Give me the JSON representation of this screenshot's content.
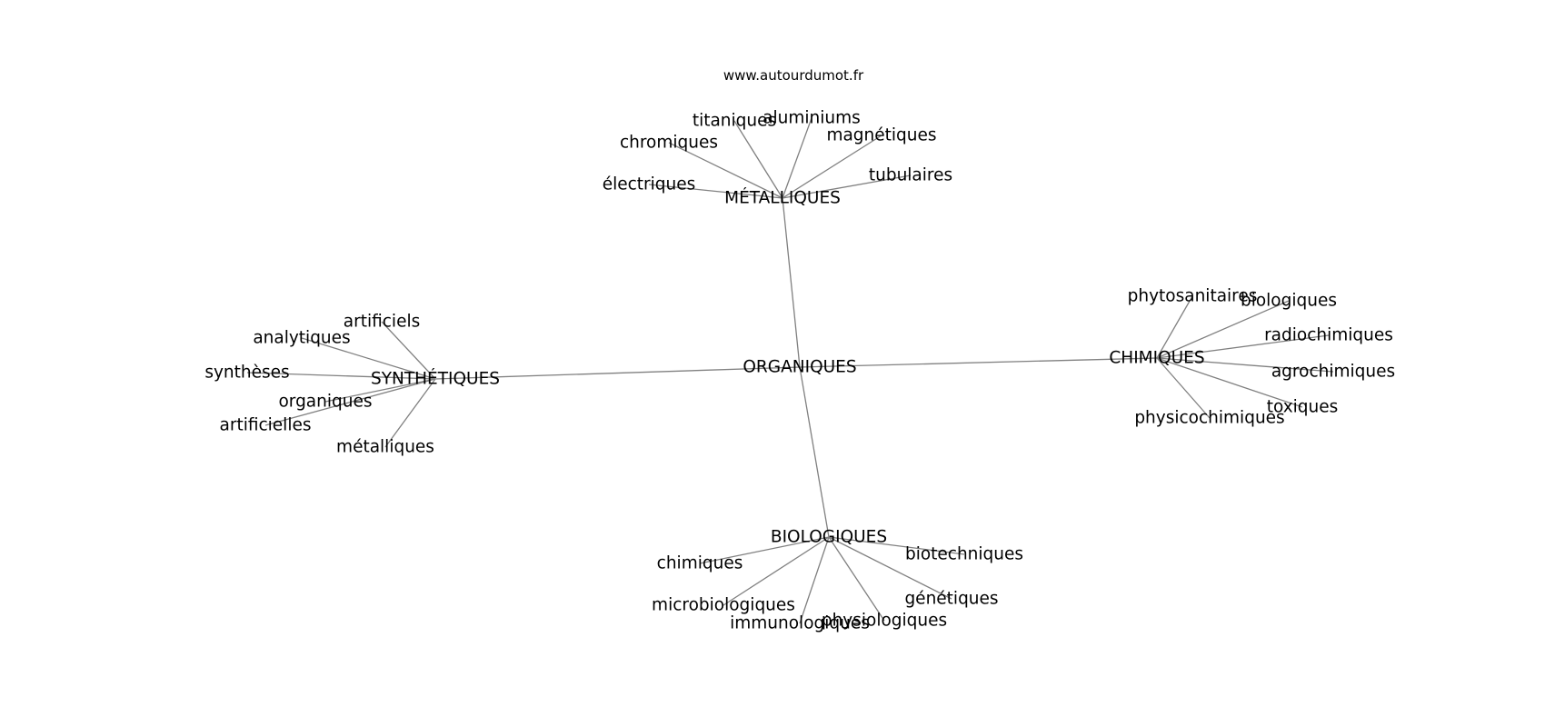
{
  "source": "www.autourdumot.fr",
  "center": "ORGANIQUES",
  "clusters": [
    {
      "label": "MÉTALLIQUES",
      "leaves": [
        "titaniques",
        "aluminiums",
        "chromiques",
        "magnétiques",
        "électriques",
        "tubulaires"
      ]
    },
    {
      "label": "SYNTHÉTIQUES",
      "leaves": [
        "artificiels",
        "analytiques",
        "synthèses",
        "organiques",
        "artificielles",
        "métalliques"
      ]
    },
    {
      "label": "CHIMIQUES",
      "leaves": [
        "phytosanitaires",
        "biologiques",
        "radiochimiques",
        "agrochimiques",
        "toxiques",
        "physicochimiques"
      ]
    },
    {
      "label": "BIOLOGIQUES",
      "leaves": [
        "chimiques",
        "biotechniques",
        "microbiologiques",
        "génétiques",
        "immunologiques",
        "physiologiques"
      ]
    }
  ],
  "colors": {
    "edge": "#808080",
    "text": "#000000",
    "background": "#ffffff"
  }
}
